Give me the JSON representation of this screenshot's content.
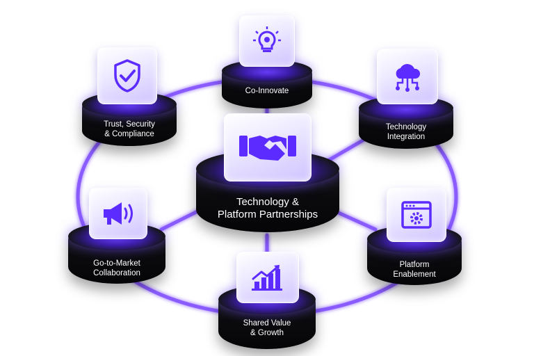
{
  "center": {
    "label": "Technology &\nPlatform Partnerships",
    "icon": "handshake-icon"
  },
  "nodes": {
    "co_innovate": {
      "label": "Co-Innovate",
      "icon": "lightbulb-gear-icon"
    },
    "technology_integration": {
      "label": "Technology\nIntegration",
      "icon": "cloud-network-icon"
    },
    "platform_enablement": {
      "label": "Platform\nEnablement",
      "icon": "browser-gear-icon"
    },
    "shared_value_growth": {
      "label": "Shared Value\n& Growth",
      "icon": "growth-chart-icon"
    },
    "go_to_market": {
      "label": "Go-to-Market\nCollaboration",
      "icon": "megaphone-icon"
    },
    "trust_security": {
      "label": "Trust, Security\n& Compliance",
      "icon": "shield-check-icon"
    }
  },
  "colors": {
    "accent": "#5b2bff",
    "ring": "#8a5cff",
    "pod": "#0b0b0e"
  }
}
